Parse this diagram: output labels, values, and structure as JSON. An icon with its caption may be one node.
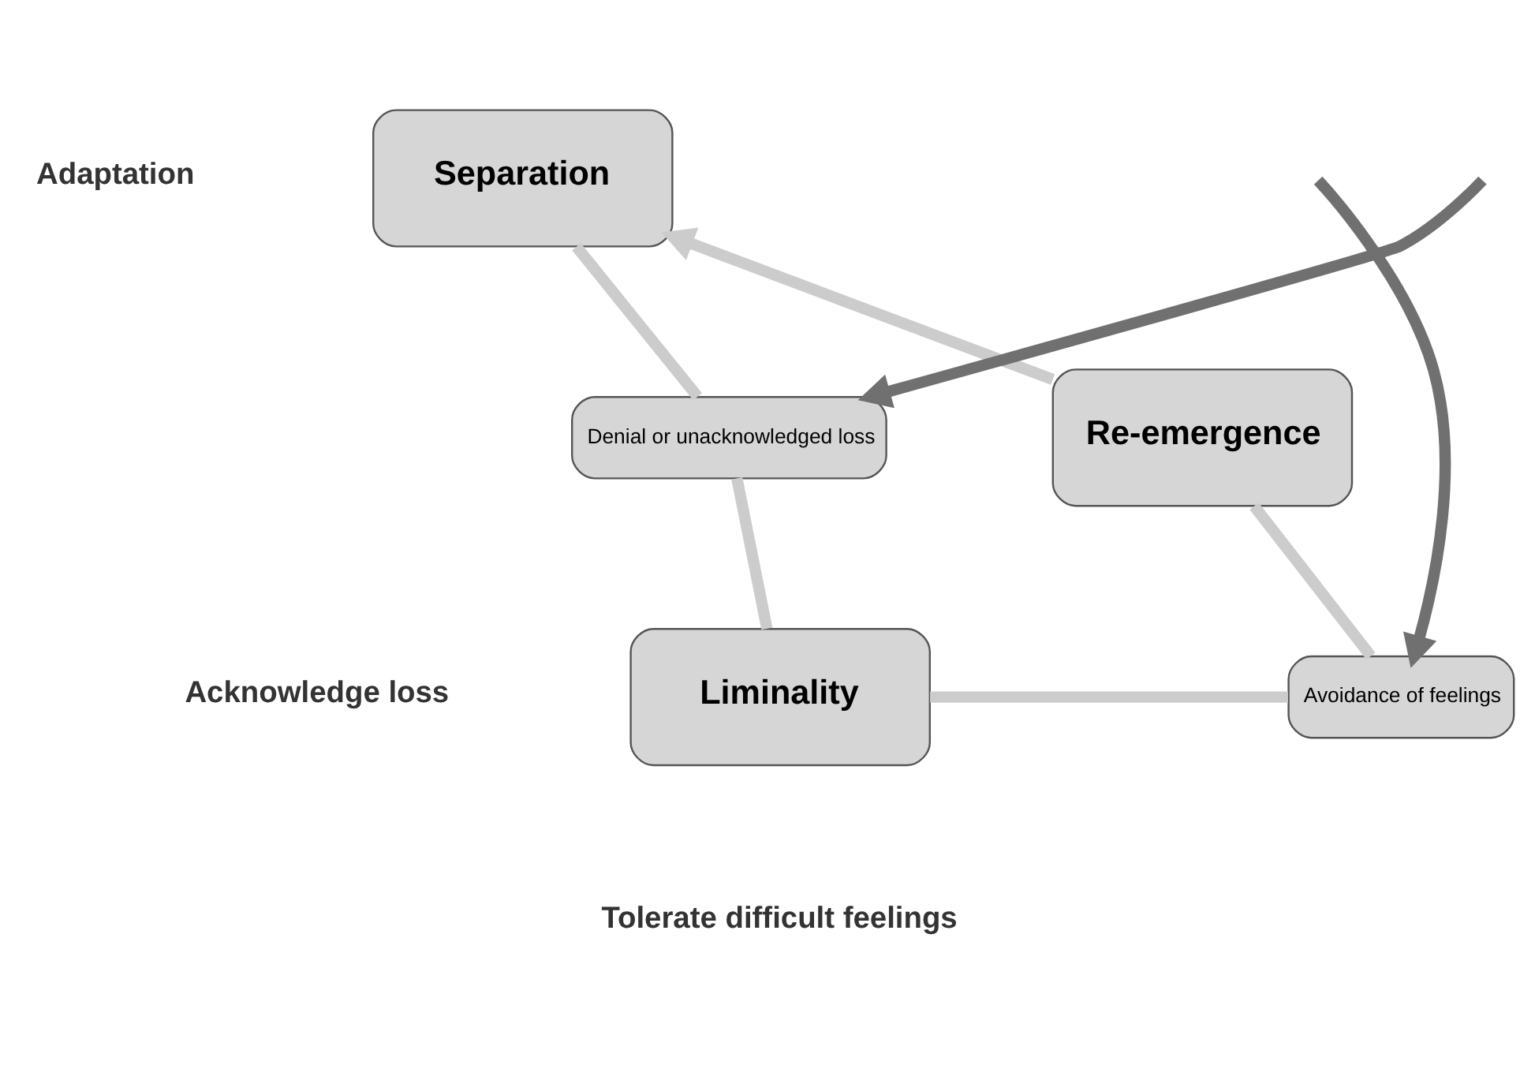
{
  "diagram": {
    "nodes": [
      {
        "text": [
          "Separation"
        ]
      },
      {
        "text": [
          "Denial or unacknowledged loss"
        ]
      },
      {
        "text": [
          "Liminality"
        ]
      },
      {
        "text": [
          "Avoidance of feelings"
        ]
      },
      {
        "text": [
          "Re-emergence"
        ]
      }
    ],
    "edges": [
      {
        "from": 0,
        "to": 1,
        "arrow": "none"
      },
      {
        "from": 1,
        "to": 2,
        "arrow": "none"
      },
      {
        "from": 2,
        "to": 3,
        "arrow": "none"
      },
      {
        "from": 3,
        "to": 4,
        "arrow": "none"
      },
      {
        "from": 4,
        "to": 0,
        "arrow": "to"
      },
      {
        "from": null,
        "to": 1,
        "arrow": "to",
        "color": "#707070"
      },
      {
        "from": null,
        "to": 3,
        "arrow": "to",
        "color": "#707070"
      }
    ],
    "labels": [
      "Adaptation",
      "Acknowledge loss",
      "Tolerate difficult feelings"
    ]
  }
}
